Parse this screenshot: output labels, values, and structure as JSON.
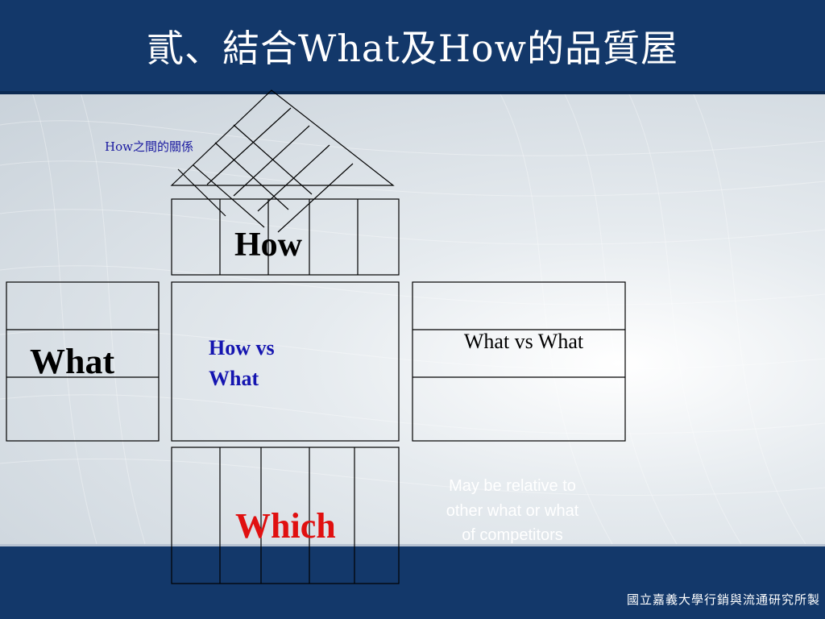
{
  "slide": {
    "title": "貳、結合What及How的品質屋",
    "footer": "國立嘉義大學行銷與流通研究所製"
  },
  "diagram": {
    "roof_label": "How之間的關係",
    "how_label": "How",
    "what_label": "What",
    "how_vs_what_label": "How vs What",
    "what_vs_what_label": "What vs What",
    "which_label": "Which",
    "note": "May be relative to other what or what of competitors"
  },
  "colors": {
    "banner": "#13386a",
    "roof_label": "#1a1aa0",
    "how_vs_what": "#1515b0",
    "which": "#e01010",
    "note": "#ffffff"
  }
}
